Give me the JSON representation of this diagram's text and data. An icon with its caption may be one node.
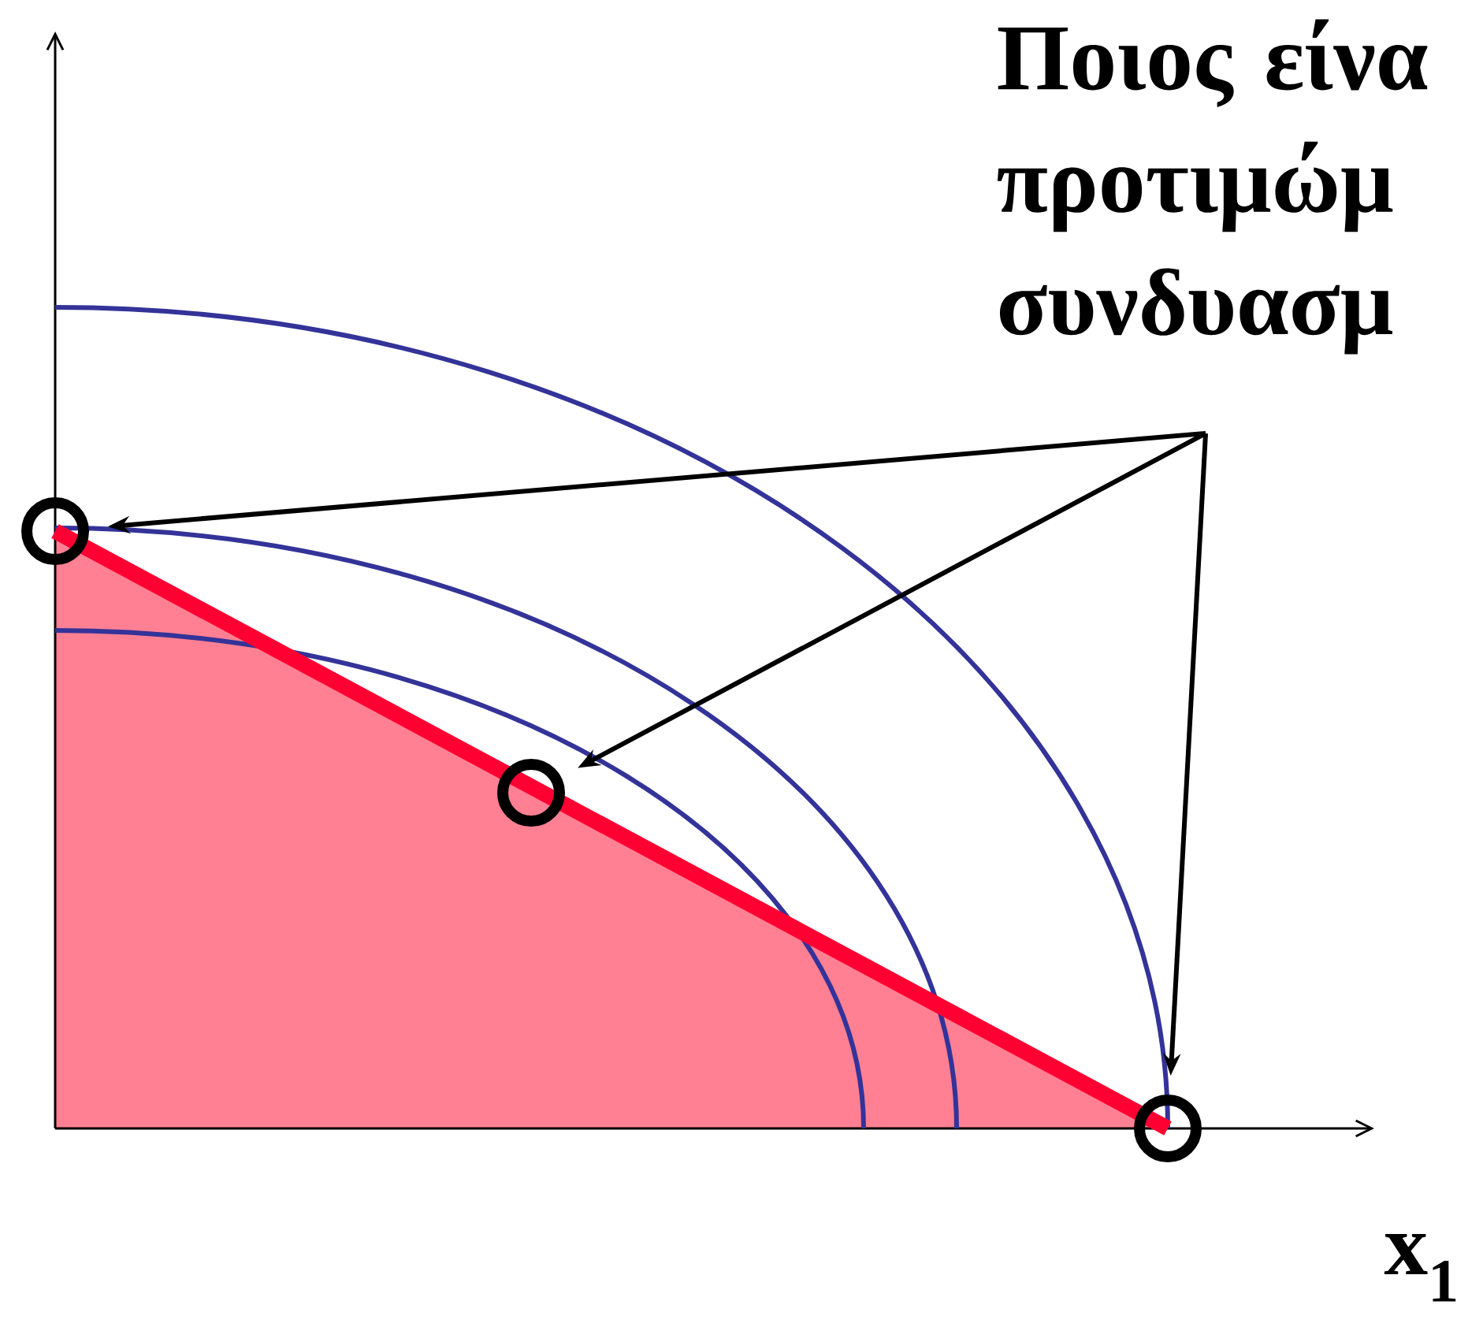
{
  "diagram": {
    "nodes": [
      {
        "text": [
          "Ποιος είνα προτιμώμ συνδυασμ"
        ]
      },
      {
        "text": [],
        "shape": "circle"
      },
      {
        "text": [],
        "shape": "circle"
      },
      {
        "text": [],
        "shape": "circle"
      }
    ],
    "edges": [
      {
        "from": 0,
        "to": 1,
        "arrow": "to"
      },
      {
        "from": 0,
        "to": 2,
        "arrow": "to"
      },
      {
        "from": 0,
        "to": 3,
        "arrow": "to"
      }
    ],
    "labels": [
      "x$_{1}$"
    ]
  }
}
